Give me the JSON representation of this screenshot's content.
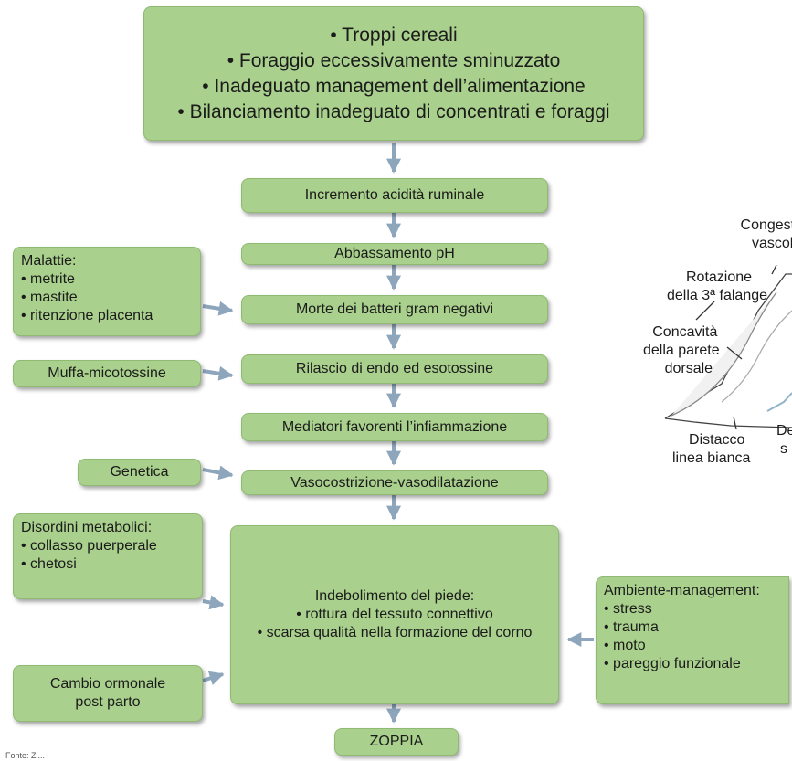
{
  "colors": {
    "box_fill": "#a9d08c",
    "box_border": "#8fba72",
    "arrow": "#8ea6bc"
  },
  "top_causes": [
    "• Troppi cereali",
    "• Foraggio eccessivamente sminuzzato",
    "• Inadeguato management dell’alimentazione",
    "• Bilanciamento inadeguato di concentrati e foraggi"
  ],
  "chain": {
    "ruminal_acidity": "Incremento acidità ruminale",
    "ph_drop": "Abbassamento pH",
    "bacteria_death": "Morte dei batteri gram negativi",
    "toxins": "Rilascio di endo ed esotossine",
    "mediators": "Mediatori favorenti l’infiammazione",
    "vaso": "Vasocostrizione-vasodilatazione",
    "weakening": {
      "title": "Indebolimento del piede:",
      "items": [
        "• rottura del tessuto connettivo",
        "• scarsa qualità nella formazione del corno"
      ]
    },
    "lameness": "ZOPPIA"
  },
  "side_factors": {
    "diseases": {
      "title": "Malattie:",
      "items": [
        "• metrite",
        "• mastite",
        "• ritenzione placenta"
      ]
    },
    "mold": "Muffa-micotossine",
    "genetics": "Genetica",
    "metabolic": {
      "title": "Disordini metabolici:",
      "items": [
        "• collasso puerperale",
        "• chetosi"
      ]
    },
    "hormonal": [
      "Cambio ormonale",
      "post parto"
    ],
    "environment": {
      "title": "Ambiente-management:",
      "items": [
        "• stress",
        "• trauma",
        "• moto",
        "• pareggio funzionale"
      ]
    }
  },
  "hoof_figure": {
    "congestion": [
      "Congestio",
      "vascolar"
    ],
    "rotation": [
      "Rotazione",
      "della 3ª falange"
    ],
    "concavity": [
      "Concavità",
      "della parete",
      "dorsale"
    ],
    "separation": [
      "Distacco",
      "linea bianca"
    ],
    "partial": [
      "De",
      "s"
    ]
  },
  "source": "Fonte: Zi..."
}
